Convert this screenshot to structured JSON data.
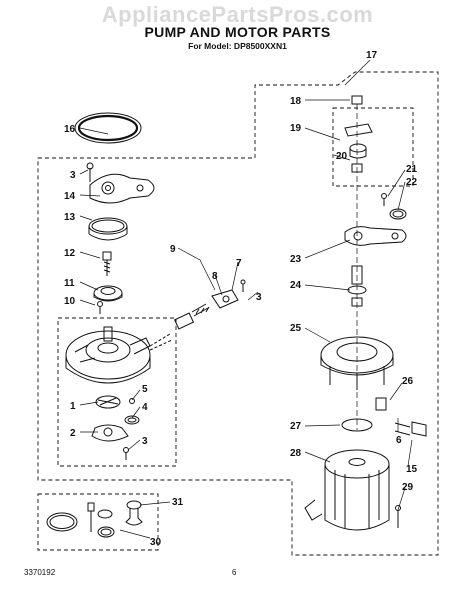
{
  "watermark": "AppliancePartsPros.com",
  "header": {
    "title": "PUMP AND MOTOR PARTS",
    "model_line": "For Model: DP8500XXN1"
  },
  "footer": {
    "document_number": "3370192",
    "page_number": "6"
  },
  "callouts": {
    "c1": "1",
    "c2": "2",
    "c3a": "3",
    "c3b": "3",
    "c3c": "3",
    "c4": "4",
    "c5": "5",
    "c6": "6",
    "c7": "7",
    "c8": "8",
    "c9": "9",
    "c10": "10",
    "c11": "11",
    "c12": "12",
    "c13": "13",
    "c14": "14",
    "c15": "15",
    "c16": "16",
    "c17": "17",
    "c18": "18",
    "c19": "19",
    "c20": "20",
    "c21": "21",
    "c22": "22",
    "c23": "23",
    "c24": "24",
    "c25": "25",
    "c26": "26",
    "c27": "27",
    "c28": "28",
    "c29": "29",
    "c30": "30",
    "c31": "31"
  },
  "colors": {
    "ink": "#111111",
    "watermark": "#d9d9d9",
    "paper": "#ffffff"
  }
}
